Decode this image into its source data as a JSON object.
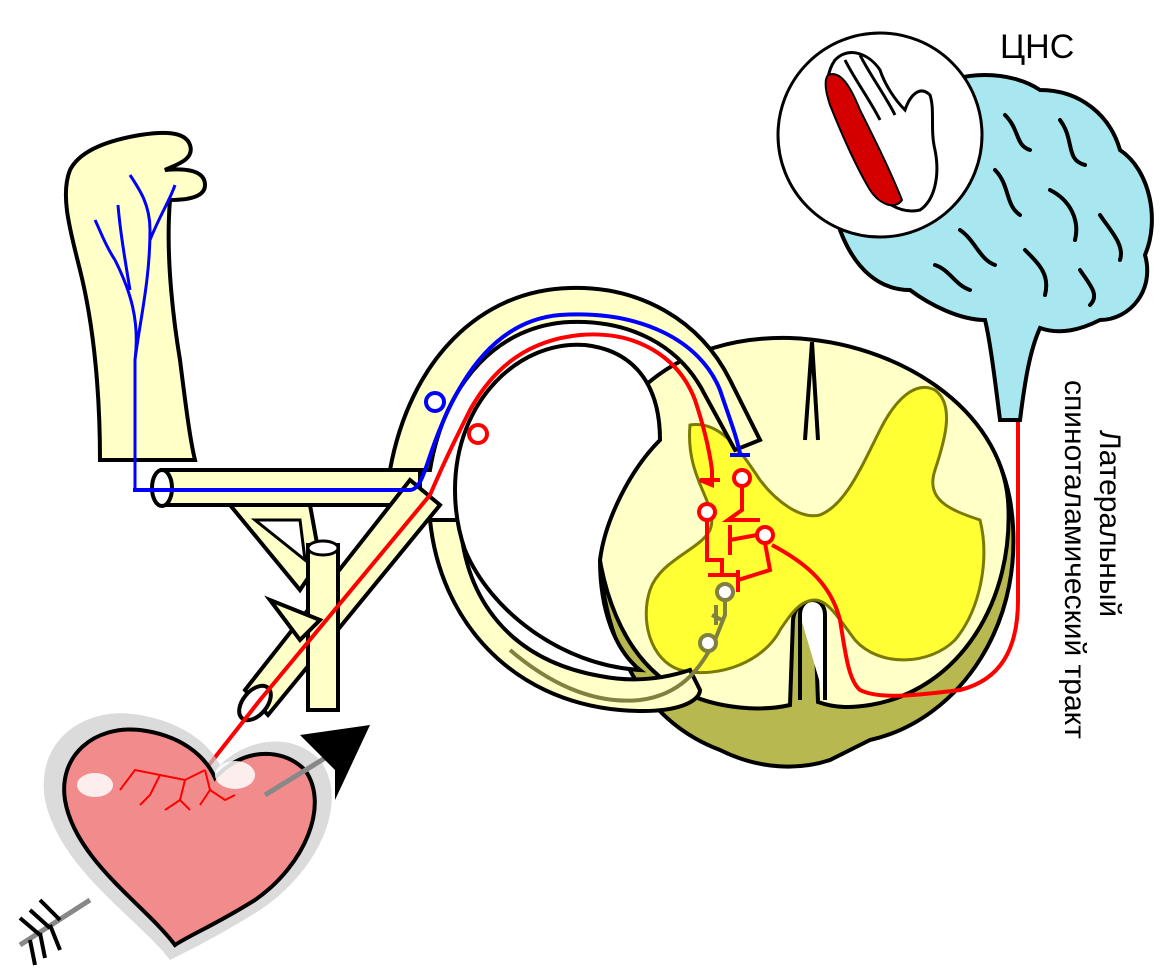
{
  "labels": {
    "cns": "ЦНС",
    "tract_line1": "Латеральный",
    "tract_line2": "спиноталамический тракт"
  },
  "colors": {
    "outline": "#000000",
    "nerve_fill": "#ffffc8",
    "grey_matter": "#ffff33",
    "dark_outline": "#5c5c00",
    "root_shade": "#b8b850",
    "brain_fill": "#a8e6f0",
    "heart_fill": "#f28c8c",
    "visceral_pathway": "#ff0000",
    "somatic_pathway": "#0000ff",
    "motor_pathway": "#808040",
    "referred_pain_area": "#d40000"
  },
  "icons": [
    "hand-icon",
    "heart-icon",
    "arrow-icon",
    "brain-icon",
    "palm-icon"
  ]
}
